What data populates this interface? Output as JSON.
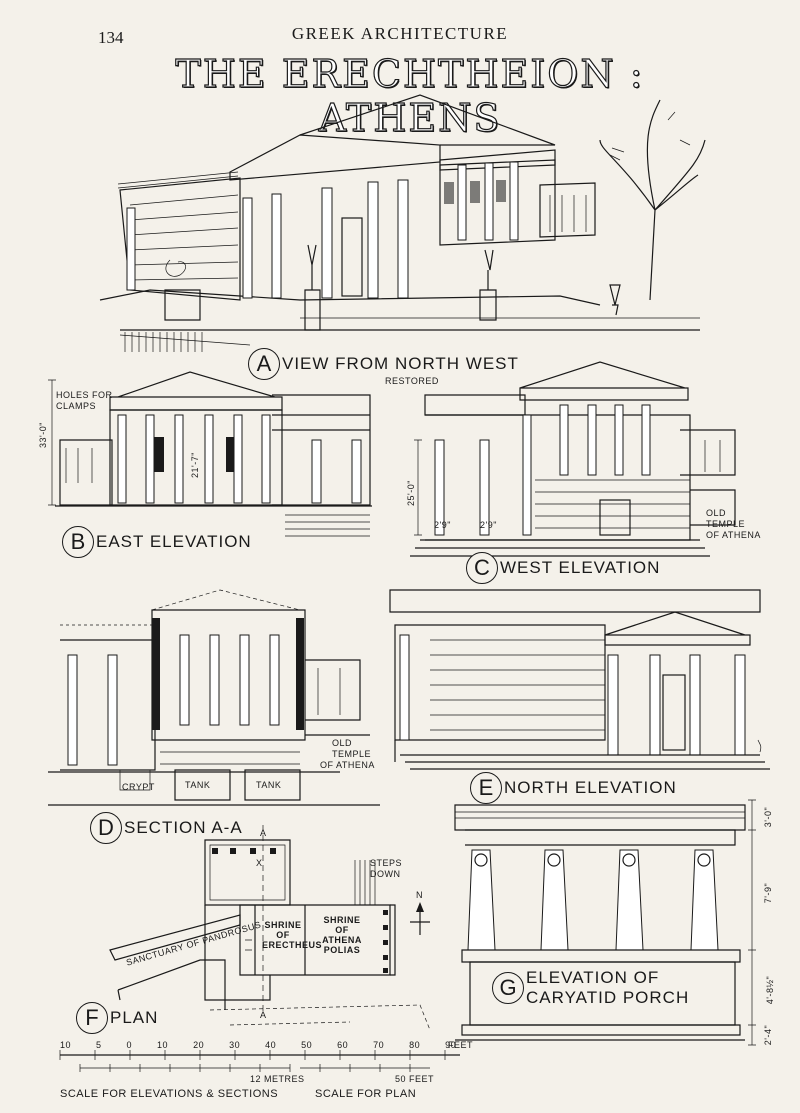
{
  "header": {
    "page_number": "134",
    "running_title": "GREEK ARCHITECTURE"
  },
  "title": "THE ERECHTHEION : ATHENS",
  "views": {
    "a": {
      "letter": "A",
      "label": "VIEW FROM NORTH WEST",
      "note": "RESTORED"
    },
    "b": {
      "letter": "B",
      "label": "EAST ELEVATION",
      "note1": "HOLES FOR",
      "note2": "CLAMPS",
      "dim1": "33'-0\"",
      "dim2": "21'-7\""
    },
    "c": {
      "letter": "C",
      "label": "WEST ELEVATION",
      "dim1": "25'-0\"",
      "dim2": "2'9\"",
      "dim3": "2'9\"",
      "note1": "OLD",
      "note2": "TEMPLE",
      "note3": "OF ATHENA"
    },
    "d": {
      "letter": "D",
      "label": "SECTION A-A",
      "tank1": "TANK",
      "tank2": "TANK",
      "crypt": "CRYPT",
      "note1": "OLD",
      "note2": "TEMPLE",
      "note3": "OF ATHENA"
    },
    "e": {
      "letter": "E",
      "label": "NORTH ELEVATION"
    },
    "f": {
      "letter": "F",
      "label": "PLAN",
      "steps1": "STEPS",
      "steps2": "DOWN",
      "north": "N",
      "shrine1_a": "SHRINE",
      "shrine1_b": "OF",
      "shrine1_c": "ERECTHEUS",
      "shrine2_a": "SHRINE",
      "shrine2_b": "OF",
      "shrine2_c": "ATHENA",
      "shrine2_d": "POLIAS",
      "sanctuary": "SANCTUARY OF PANDROSUS",
      "sec_a1": "A",
      "sec_a2": "A",
      "mark_x": "X"
    },
    "g": {
      "letter": "G",
      "label1": "ELEVATION OF",
      "label2": "CARYATID PORCH",
      "dim1": "3'-0\"",
      "dim2": "7'-9\"",
      "dim3": "4'-8½\"",
      "dim4": "2'-4\""
    }
  },
  "scales": {
    "feet_ticks": [
      "10",
      "5",
      "0",
      "10",
      "20",
      "30",
      "40",
      "50",
      "60",
      "70",
      "80",
      "90"
    ],
    "feet_unit": "FEET",
    "elev_label": "SCALE FOR ELEVATIONS & SECTIONS",
    "plan_label": "SCALE FOR PLAN",
    "metres_label": "12 METRES",
    "feet2_label": "50 FEET"
  }
}
